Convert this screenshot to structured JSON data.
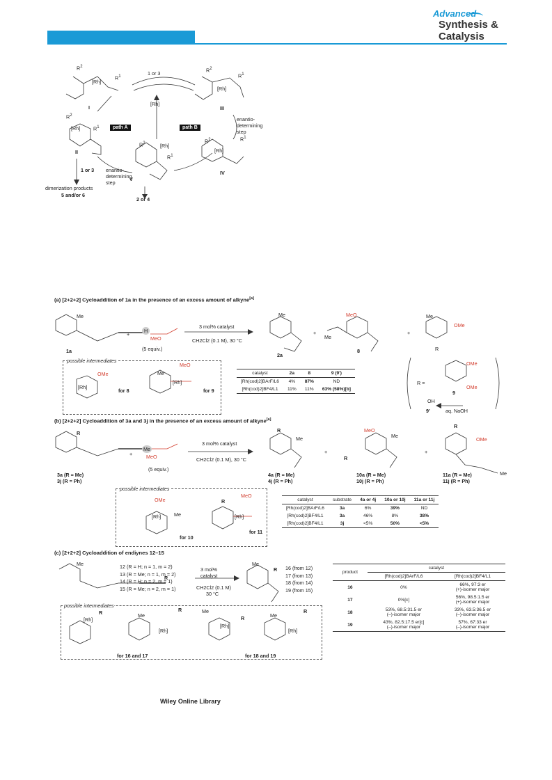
{
  "header": {
    "logo_word": "Advanced",
    "logo_line1": "Synthesis &",
    "logo_line2": "Catalysis",
    "accent": "#1a9ad6"
  },
  "scheme1": {
    "top_reagent": "1 or 3",
    "rh_center": "[Rh]",
    "path_a": "path A",
    "path_b": "path B",
    "label_I": "I",
    "label_II": "II",
    "label_III": "III",
    "label_IV": "IV",
    "label_V": "V",
    "enantio_right": [
      "enantio-",
      "determining",
      "step"
    ],
    "enantio_left": [
      "enantio-",
      "determining",
      "step"
    ],
    "left_reagent": "1 or 3",
    "dimer": "dimerization products",
    "dimer2": "5 and/or 6",
    "product": "2 or 4",
    "R1": "R1",
    "R2": "R2",
    "Rh": "[Rh]"
  },
  "partA": {
    "title": "(a) [2+2+2] Cycloaddition of 1a in the presence of an excess amount of alkyne",
    "title_sup": "[a]",
    "me": "Me",
    "h": "H",
    "label_1a": "1a",
    "meo": "MeO",
    "equiv": "(5 equiv.)",
    "cat": "3 mol% catalyst",
    "cond": "CH2Cl2 (0.1 M), 30 °C",
    "plus1": "+",
    "plus2": "+",
    "plus3": "+",
    "label_2a": "2a",
    "label_8": "8",
    "ome": "OMe",
    "r": "R",
    "possible": "possible intermediates",
    "for8": "for 8",
    "for9": "for 9",
    "r_eq": "R =",
    "label_9": "9",
    "label_9p": "9'",
    "oh": "OH",
    "naoh": "aq. NaOH",
    "table": {
      "headers": [
        "catalyst",
        "2a",
        "8",
        "9 (9')"
      ],
      "rows": [
        [
          "[Rh(cod)2]BArF/L6",
          "4%",
          "87%",
          "ND"
        ],
        [
          "[Rh(cod)2]BF4/L1",
          "11%",
          "11%",
          "63% (58%)[b]"
        ]
      ]
    }
  },
  "partB": {
    "title": "(b) [2+2+2] Cycloaddition of 3a and 3j in the presence of an excess amount of alkyne",
    "title_sup": "[a]",
    "r": "R",
    "me": "Me",
    "meo": "MeO",
    "equiv": "(5 equiv.)",
    "cat": "3 mol% catalyst",
    "cond": "CH2Cl2 (0.1 M), 30 °C",
    "label_3a": "3a (R = Me)",
    "label_3j": "3j (R = Ph)",
    "label_4a": "4a (R = Me)",
    "label_4j": "4j (R = Ph)",
    "label_10a": "10a (R = Me)",
    "label_10j": "10j (R = Ph)",
    "label_11a": "11a (R = Me)",
    "label_11j": "11j (R = Ph)",
    "ome": "OMe",
    "possible": "possible intermediates",
    "for10": "for 10",
    "for11": "for 11",
    "plus": "+",
    "table": {
      "headers": [
        "catalyst",
        "substrate",
        "4a or 4j",
        "10a or 10j",
        "11a or 11j"
      ],
      "rows": [
        [
          "[Rh(cod)2]BArF/L6",
          "3a",
          "6%",
          "39%",
          "ND"
        ],
        [
          "[Rh(cod)2]BF4/L1",
          "3a",
          "46%",
          "8%",
          "38%"
        ],
        [
          "[Rh(cod)2]BF4/L1",
          "3j",
          "<5%",
          "50%",
          "<5%"
        ]
      ]
    }
  },
  "partC": {
    "title": "(c) [2+2+2] Cycloaddition of endiynes 12–15",
    "me": "Me",
    "r": "R",
    "subs": [
      "12 (R = H; n = 1, m = 2)",
      "13 (R = Me; n = 1, m = 2)",
      "14 (R = H; n = 2, m = 1)",
      "15 (R = Me; n = 2, m = 1)"
    ],
    "cat1": "3 mol%",
    "cat2": "catalyst",
    "cond1": "CH2Cl2 (0.1 M)",
    "cond2": "30 °C",
    "prods": [
      "16 (from 12)",
      "17 (from 13)",
      "18 (from 14)",
      "19 (from 15)"
    ],
    "possible": "possible intermediates",
    "for1617": "for 16 and 17",
    "for1819": "for 18 and 19",
    "table": {
      "cat_header": "catalyst",
      "headers": [
        "product",
        "[Rh(cod)2]BArF/L6",
        "[Rh(cod)2]BF4/L1"
      ],
      "rows": [
        [
          "16",
          "0%",
          "66%, 97:3 er",
          "(+)-isomer major"
        ],
        [
          "17",
          "0%[c]",
          "56%, 98.5:1.5 er",
          "(+)-isomer major"
        ],
        [
          "18",
          "53%, 68.5:31.5 er",
          "(–)-isomer major",
          "33%, 63.5:36.5 er",
          "(–)-isomer major"
        ],
        [
          "19",
          "43%, 82.5:17.5 er[c]",
          "(–)-isomer major",
          "57%, 67:33 er",
          "(–)-isomer major"
        ]
      ]
    }
  },
  "footer": "Wiley Online Library"
}
